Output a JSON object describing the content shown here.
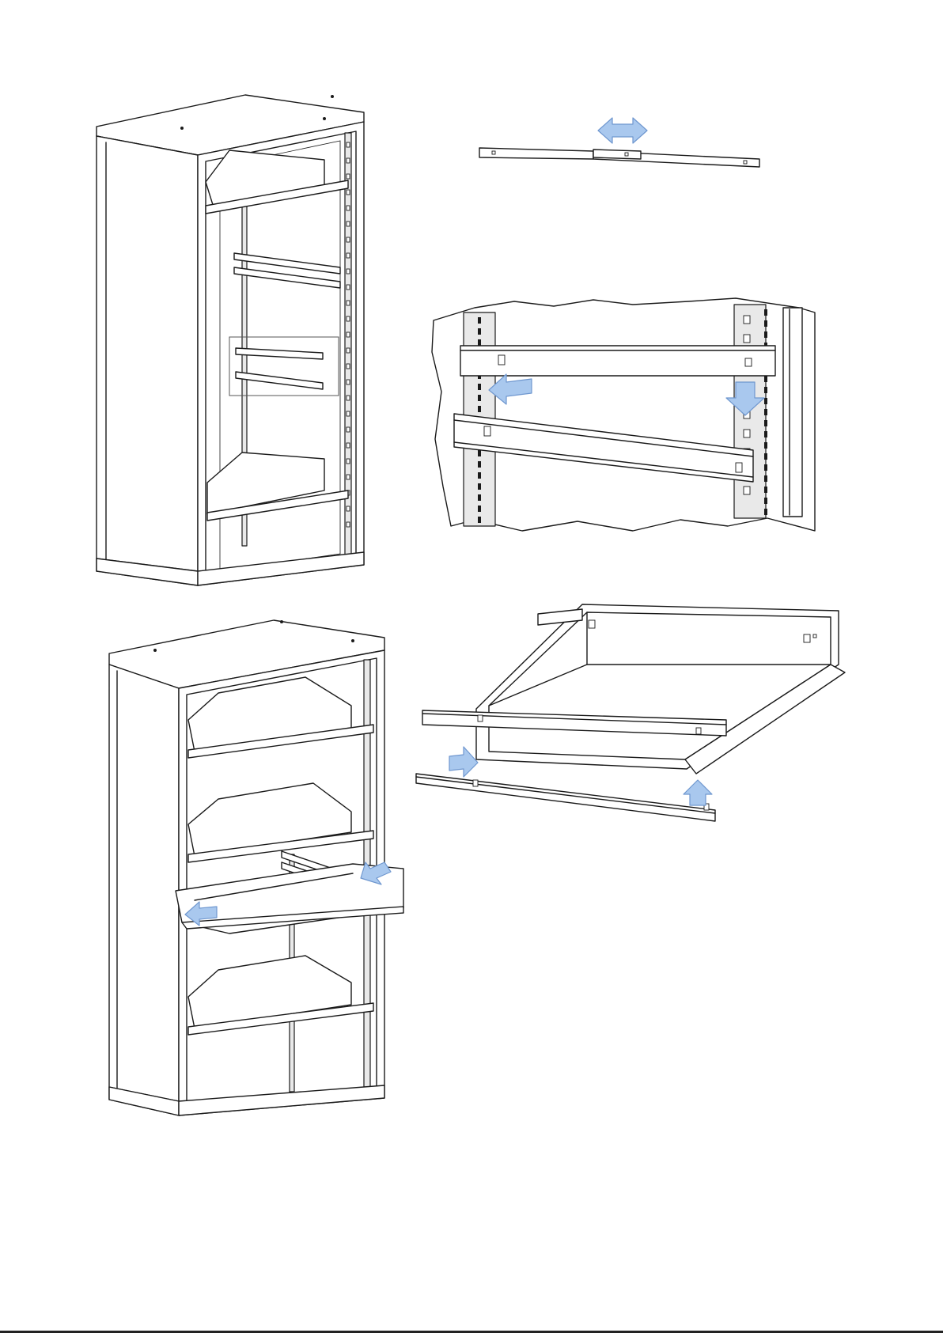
{
  "colors": {
    "line": "#1a1a1a",
    "arrow_fill": "#a9c8ee",
    "arrow_stroke": "#6f97cf",
    "background": "#ffffff"
  },
  "figures": [
    {
      "id": "cabinet-empty-with-rails",
      "icons": [
        "detail-frame"
      ]
    },
    {
      "id": "telescopic-rail-extend",
      "icons": [
        "double-arrow-icon"
      ]
    },
    {
      "id": "rail-hook-into-upright",
      "icons": [
        "arrow-left-icon",
        "arrow-down-icon"
      ]
    },
    {
      "id": "tray-onto-rails",
      "icons": [
        "arrow-right-icon",
        "arrow-up-icon"
      ]
    },
    {
      "id": "cabinet-with-trays",
      "icons": [
        "arrow-left-icon",
        "arrow-down-left-icon"
      ]
    }
  ]
}
